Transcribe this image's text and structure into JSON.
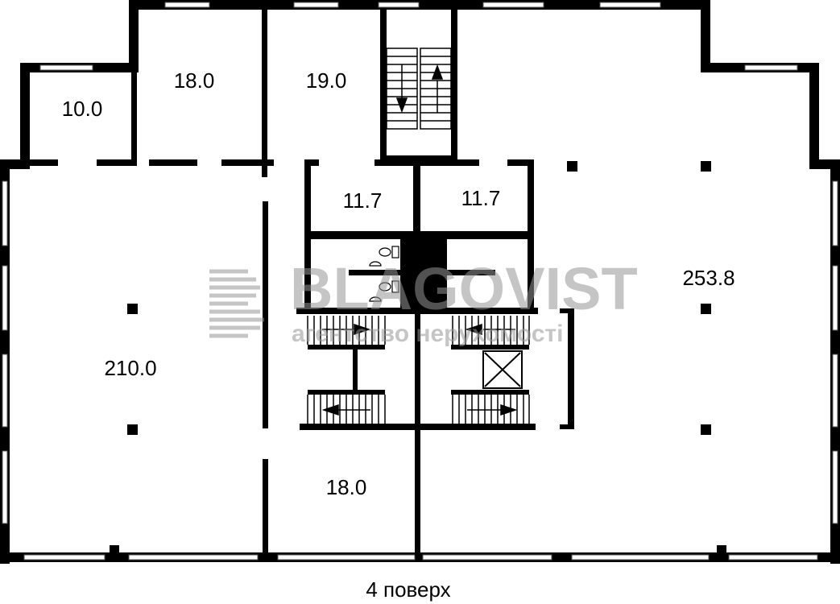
{
  "floor_label": "4 поверх",
  "rooms": [
    {
      "id": "room-a",
      "area": "10.0"
    },
    {
      "id": "room-b",
      "area": "18.0"
    },
    {
      "id": "room-c",
      "area": "19.0"
    },
    {
      "id": "room-d",
      "area": "11.7"
    },
    {
      "id": "room-e",
      "area": "11.7"
    },
    {
      "id": "room-f",
      "area": "253.8"
    },
    {
      "id": "room-g",
      "area": "210.0"
    },
    {
      "id": "room-h",
      "area": "18.0"
    }
  ],
  "watermark": {
    "brand": "BLAGOVIST",
    "tagline": "агентство нерухомості"
  }
}
